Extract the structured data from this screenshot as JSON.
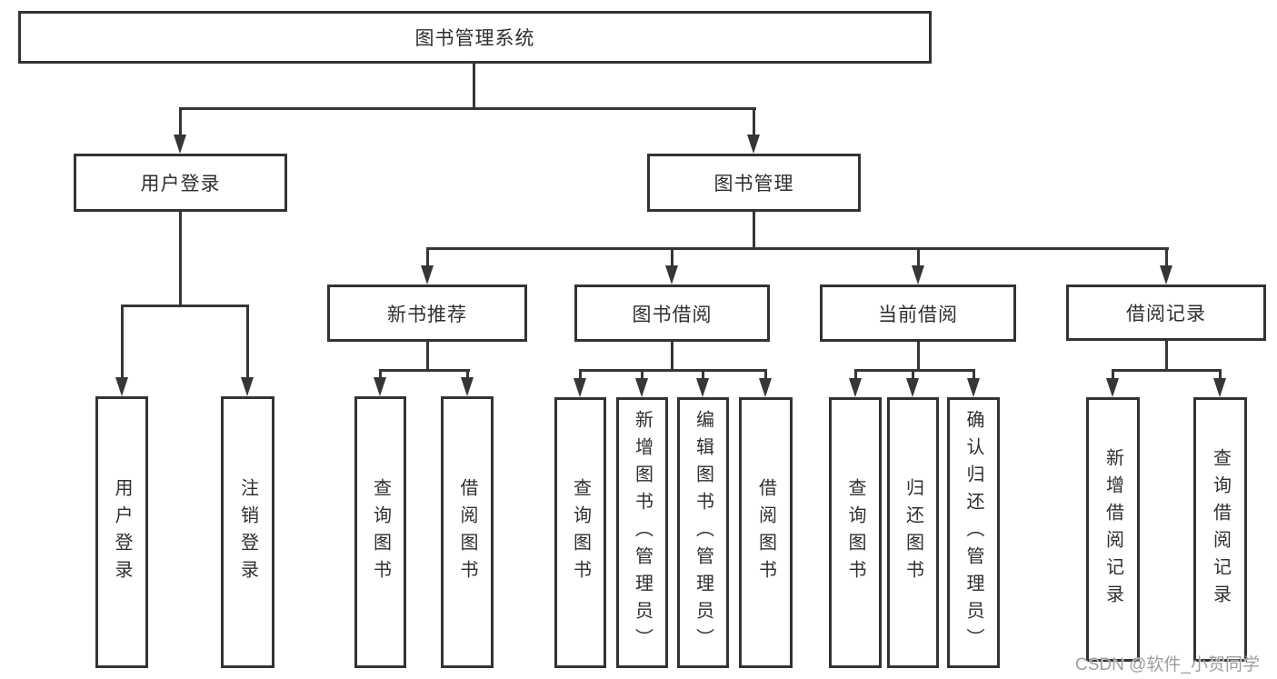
{
  "nodes": {
    "root": "图书管理系统",
    "user_login": "用户登录",
    "book_mgmt": "图书管理",
    "new_book_rec": "新书推荐",
    "book_borrow": "图书借阅",
    "current_borrow": "当前借阅",
    "borrow_records": "借阅记录",
    "leaf_user_login": "用户登录",
    "leaf_logout": "注销登录",
    "leaf_query_books_rec": "查询图书",
    "leaf_borrow_books_rec": "借阅图书",
    "leaf_query_books_borrow": "查询图书",
    "leaf_add_books_admin": "新增图书（管理员）",
    "leaf_edit_books_admin": "编辑图书（管理员）",
    "leaf_borrow_books_borrow": "借阅图书",
    "leaf_query_books_current": "查询图书",
    "leaf_return_books": "归还图书",
    "leaf_confirm_return_admin": "确认归还（管理员）",
    "leaf_add_borrow_record": "新增借阅记录",
    "leaf_query_borrow_record": "查询借阅记录"
  },
  "watermark": {
    "text": "CSDN @软件_小贺同学"
  },
  "colors": {
    "line": "#363636",
    "box_border": "#333333",
    "text": "#2f2f2f",
    "background": "#ffffff",
    "watermark": "#9e9e9e"
  }
}
